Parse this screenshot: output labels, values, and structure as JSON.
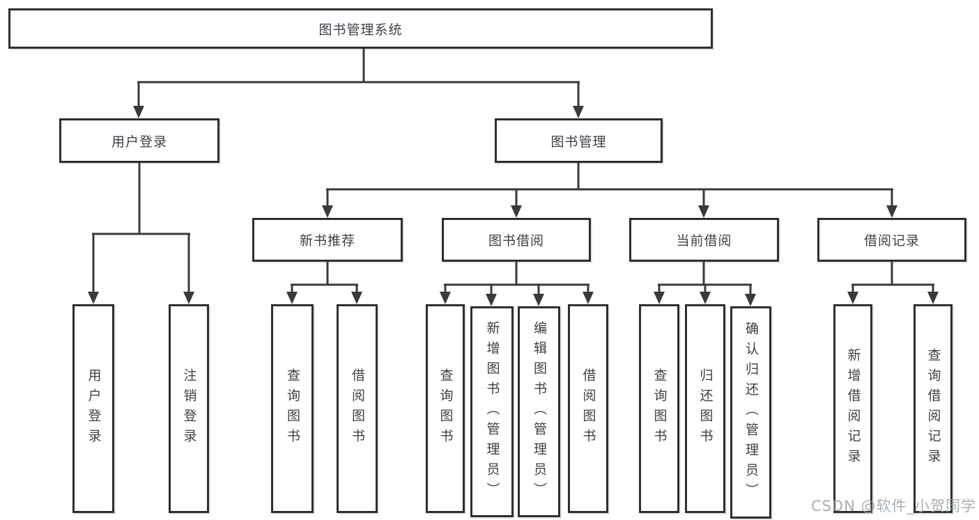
{
  "tree": {
    "label": "图书管理系统",
    "children": [
      {
        "label": "用户登录",
        "children": [
          {
            "label": "用户登录"
          },
          {
            "label": "注销登录"
          }
        ]
      },
      {
        "label": "图书管理",
        "children": [
          {
            "label": "新书推荐",
            "children": [
              {
                "label": "查询图书"
              },
              {
                "label": "借阅图书"
              }
            ]
          },
          {
            "label": "图书借阅",
            "children": [
              {
                "label": "查询图书"
              },
              {
                "label": "新增图书（管理员）"
              },
              {
                "label": "编辑图书（管理员）"
              },
              {
                "label": "借阅图书"
              }
            ]
          },
          {
            "label": "当前借阅",
            "children": [
              {
                "label": "查询图书"
              },
              {
                "label": "归还图书"
              },
              {
                "label": "确认归还（管理员）"
              }
            ]
          },
          {
            "label": "借阅记录",
            "children": [
              {
                "label": "新增借阅记录"
              },
              {
                "label": "查询借阅记录"
              }
            ]
          }
        ]
      }
    ]
  },
  "watermark": {
    "text": "CSDN @软件_小贺同学"
  },
  "colors": {
    "line": "#3a3a3a",
    "border": "#2e2e2e",
    "text": "#3d4045",
    "watermark": "#9aa0a6",
    "bg": "#ffffff"
  }
}
